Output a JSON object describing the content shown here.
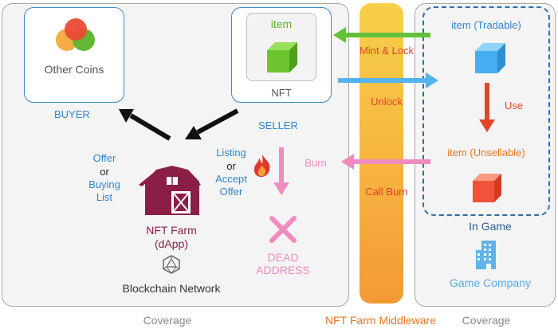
{
  "colors": {
    "blue_label": "#2f86d1",
    "green_label": "#5ab42a",
    "red_label": "#e0452c",
    "orange_label": "#e8751f",
    "pink": "#f08bc0",
    "farm": "#8b1e47",
    "gray_text": "#555555",
    "coverage_text": "#8a8a8a",
    "middleware_text": "#e8751f"
  },
  "left": {
    "other_coins_label": "Other Coins",
    "buyer_label": "BUYER",
    "nft": {
      "item_label": "item",
      "nft_label": "NFT"
    },
    "seller_label": "SELLER",
    "offer": {
      "line1": "Offer",
      "line2": "or",
      "line3": "Buying",
      "line4": "List"
    },
    "listing": {
      "line1": "Listing",
      "line2": "or",
      "line3": "Accept",
      "line4": "Offer"
    },
    "farm": {
      "line1": "NFT Farm",
      "line2": "(dApp)"
    },
    "blockchain_label": "Blockchain Network",
    "dead": {
      "line1": "DEAD",
      "line2": "ADDRESS"
    },
    "coverage_label": "Coverage"
  },
  "middleware": {
    "mint_lock": "Mint & Lock",
    "unlock": "Unlock",
    "burn": "Burn",
    "call_burn": "Call Burn",
    "label": "NFT Farm Middleware"
  },
  "right": {
    "tradable_label": "item (Tradable)",
    "use_label": "Use",
    "unsellable_label": "item (Unsellable)",
    "in_game_label": "In Game",
    "game_company_label": "Game Company",
    "coverage_label": "Coverage"
  },
  "icons": [
    "coins-icon",
    "green-cube-icon",
    "blue-cube-icon",
    "red-cube-icon",
    "barn-icon",
    "blockchain-icon",
    "fire-icon",
    "dead-x-icon",
    "building-icon"
  ]
}
